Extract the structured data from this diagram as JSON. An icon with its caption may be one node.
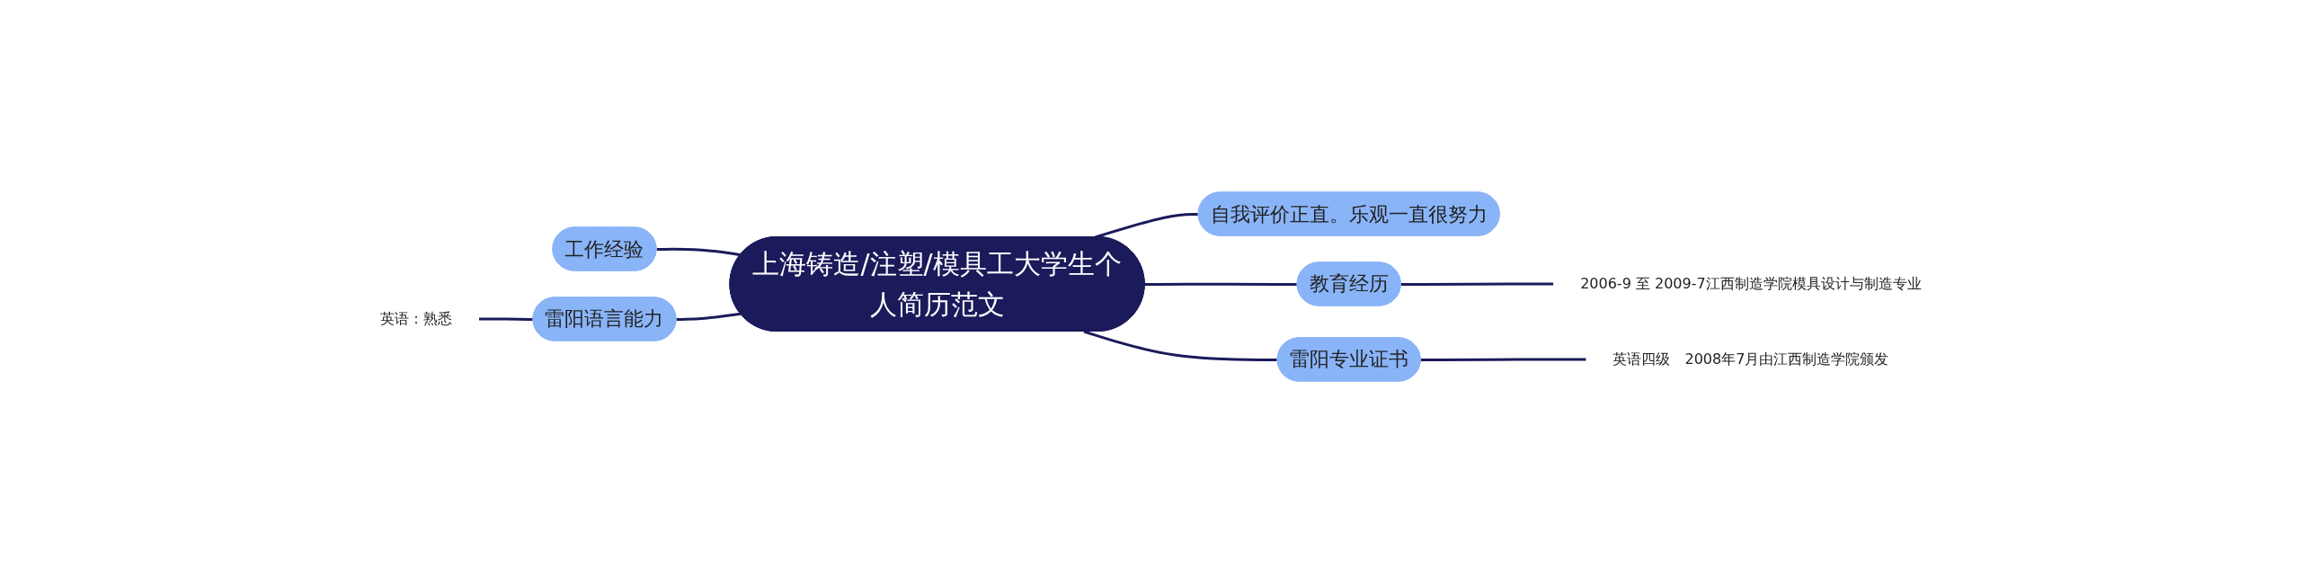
{
  "diagram": {
    "nodes": [
      {
        "text": [
          "上海铸造/注塑/模具工大学生个人简历范文"
        ]
      },
      {
        "text": [
          "自我评价正直。乐观一直很努力"
        ]
      },
      {
        "text": [
          "教育经历"
        ]
      },
      {
        "text": [
          "2006-9 至 2009-7江西制造学院模具设计与制造专业"
        ]
      },
      {
        "text": [
          "雷阳专业证书"
        ]
      },
      {
        "text": [
          "英语四级　2008年7月由江西制造学院颁发"
        ]
      },
      {
        "text": [
          "工作经验"
        ]
      },
      {
        "text": [
          "雷阳语言能力"
        ]
      },
      {
        "text": [
          "英语：熟悉"
        ]
      }
    ],
    "edges": [
      {
        "from": 0,
        "to": 1,
        "arrow": "none"
      },
      {
        "from": 0,
        "to": 2,
        "arrow": "none"
      },
      {
        "from": 2,
        "to": 3,
        "arrow": "none"
      },
      {
        "from": 0,
        "to": 4,
        "arrow": "none"
      },
      {
        "from": 4,
        "to": 5,
        "arrow": "none"
      },
      {
        "from": 6,
        "to": 0,
        "arrow": "none"
      },
      {
        "from": 7,
        "to": 0,
        "arrow": "none"
      },
      {
        "from": 8,
        "to": 7,
        "arrow": "none"
      }
    ]
  }
}
